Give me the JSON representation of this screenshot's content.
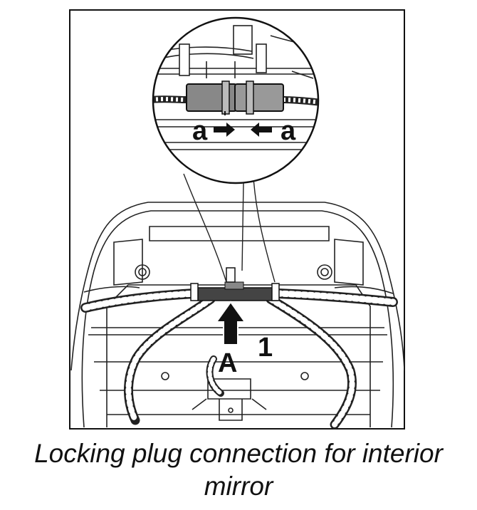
{
  "diagram": {
    "labels": {
      "callout_a_left": "a",
      "callout_a_right": "a",
      "item_number": "1",
      "arrow_letter": "A"
    }
  },
  "caption": {
    "line1": "Locking plug connection for interior",
    "line2": "mirror"
  }
}
